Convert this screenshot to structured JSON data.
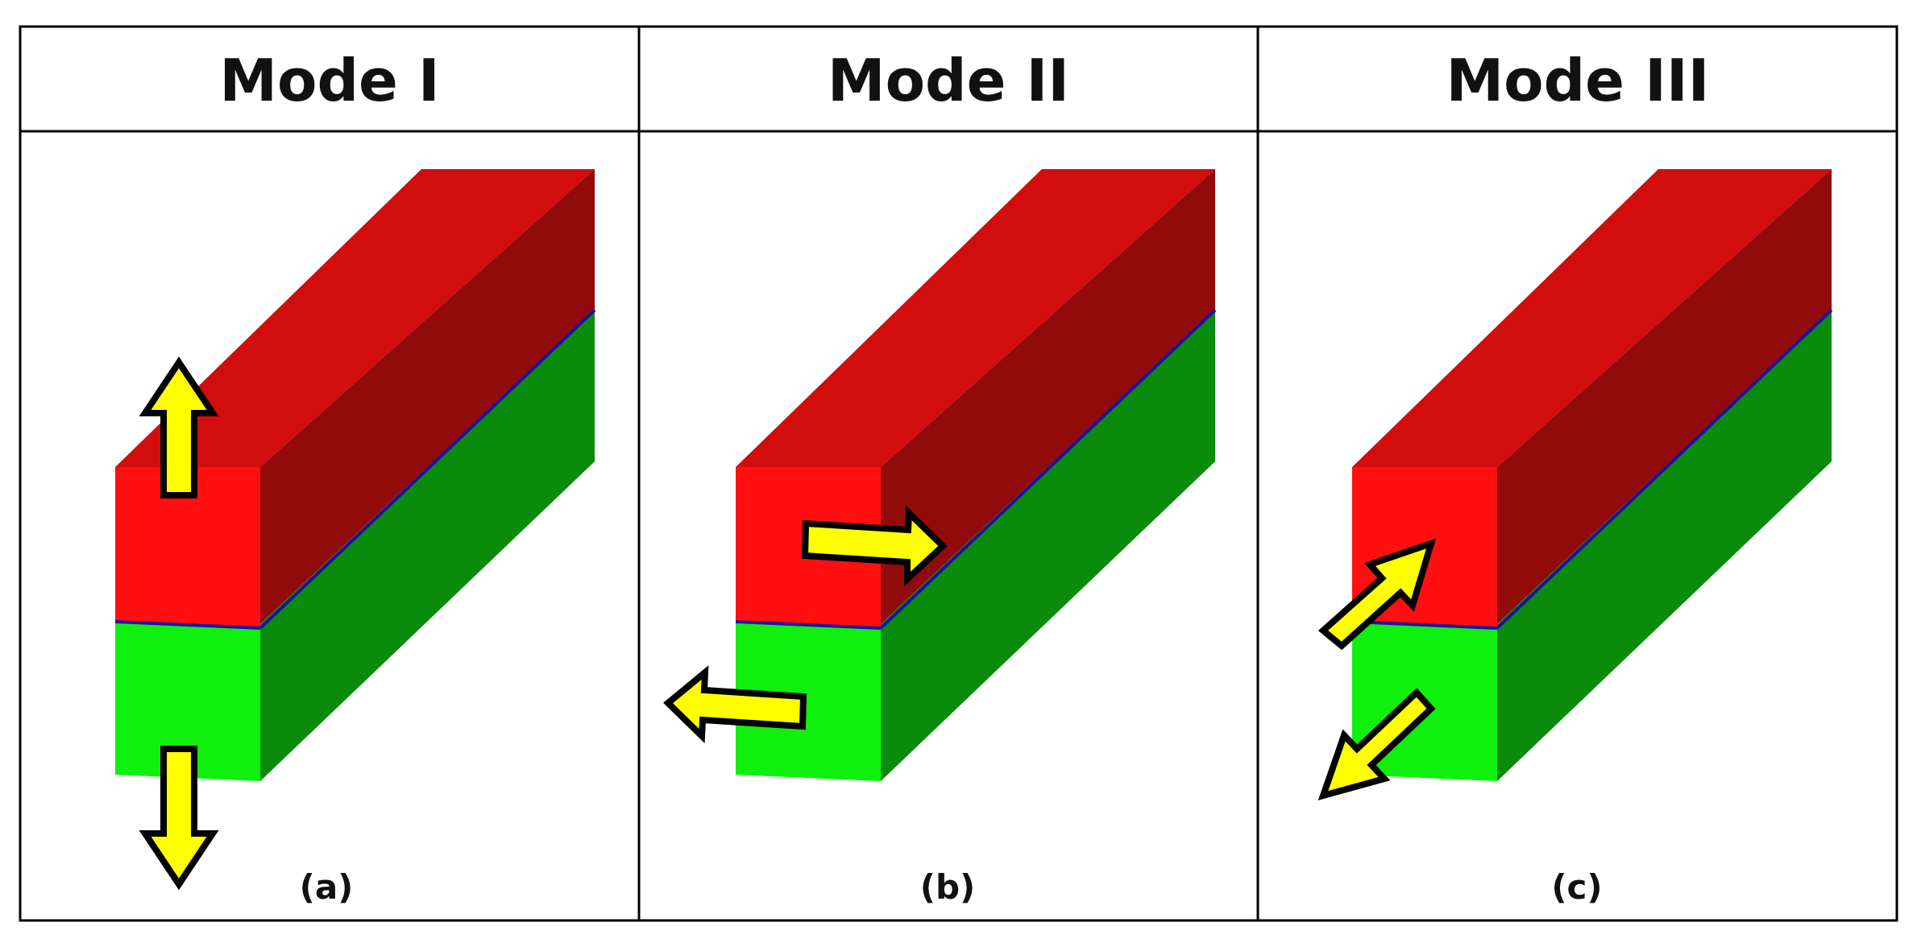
{
  "panels": [
    {
      "title": "Mode I",
      "label": "(a)"
    },
    {
      "title": "Mode II",
      "label": "(b)"
    },
    {
      "title": "Mode III",
      "label": "(c)"
    }
  ],
  "colors": {
    "upper_front": "#ff0f0f",
    "upper_top": "#d10d0d",
    "upper_side": "#920b0b",
    "lower_front": "#0ff00f",
    "lower_side": "#0b8b0b",
    "crack_line": "#1f10a0",
    "arrow_fill": "#ffff00",
    "arrow_outline": "#000000",
    "frame": "#000000"
  }
}
